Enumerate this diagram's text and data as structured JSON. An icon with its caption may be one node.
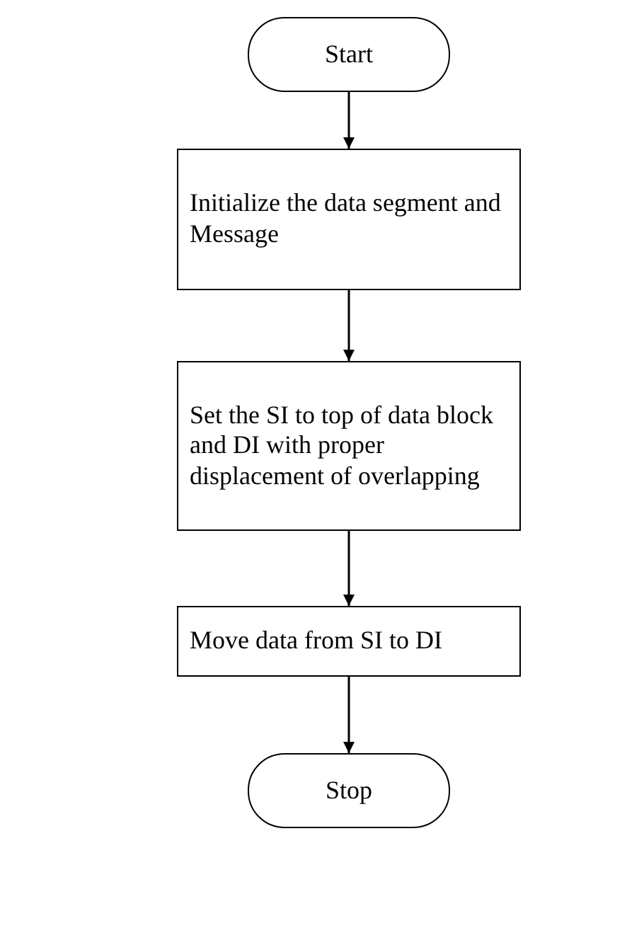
{
  "diagram": {
    "nodes": [
      {
        "text": [
          "Start"
        ]
      },
      {
        "text": [
          "Initialize the data segment and Message"
        ]
      },
      {
        "text": [
          "Set the SI to top of data block and DI with proper displacement of overlapping"
        ]
      },
      {
        "text": [
          "Move data from SI to DI"
        ]
      },
      {
        "text": [
          "Stop"
        ]
      }
    ],
    "edges": [
      {
        "from": 0,
        "to": 1,
        "arrow": "to"
      },
      {
        "from": 1,
        "to": 2,
        "arrow": "to"
      },
      {
        "from": 2,
        "to": 3,
        "arrow": "to"
      },
      {
        "from": 3,
        "to": 4,
        "arrow": "to"
      }
    ]
  }
}
